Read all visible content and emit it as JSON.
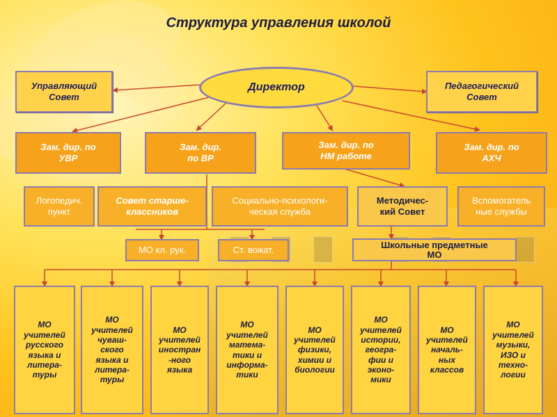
{
  "title": "Структура управления школой",
  "director": "Директор",
  "councils": {
    "governing": "Управляющий\nСовет",
    "pedagogical": "Педагогический\nСовет"
  },
  "deputies": [
    "Зам. дир. по\nУВР",
    "Зам. дир.\nпо ВР",
    "Зам. дир. по\nНМ работе",
    "Зам. дир. по\nАХЧ"
  ],
  "services": {
    "speech": "Логопедич.\nпункт",
    "senior_council": "Совет старше-\nклассников",
    "social_psych": "Социально-психологи-\nческая служба",
    "methodical": "Методичес-\nкий Совет",
    "auxiliary": "Вспомогатель\nные службы"
  },
  "level3": {
    "class_mo": "МО кл. рук.",
    "senior_leader": "Ст. вожат.",
    "subject_mo": "Школьные предметные\nМО"
  },
  "mo_groups": [
    "МО\nучителей\nрусского\nязыка и\nлитера-\nтуры",
    "МО\nучителей\nчуваш-\nского\nязыка и\nлитера-\nтуры",
    "МО\nучителей\nиностран\n-ного\nязыка",
    "МО\nучителей\nматема-\nтики и\nинформа-\nтики",
    "МО\nучителей\nфизики,\nхимии и\nбиологии",
    "МО\nучителей\nистории,\nгеогра-\nфии и\nэконо-\nмики",
    "МО\nучителей\nначаль-\nных\nклассов",
    "МО\nучителей\nмузыки,\nИЗО и\nтехно-\nлогии"
  ],
  "colors": {
    "line": "#c8472e",
    "border": "#8a7bb0",
    "text_dark": "#1c1c40"
  }
}
